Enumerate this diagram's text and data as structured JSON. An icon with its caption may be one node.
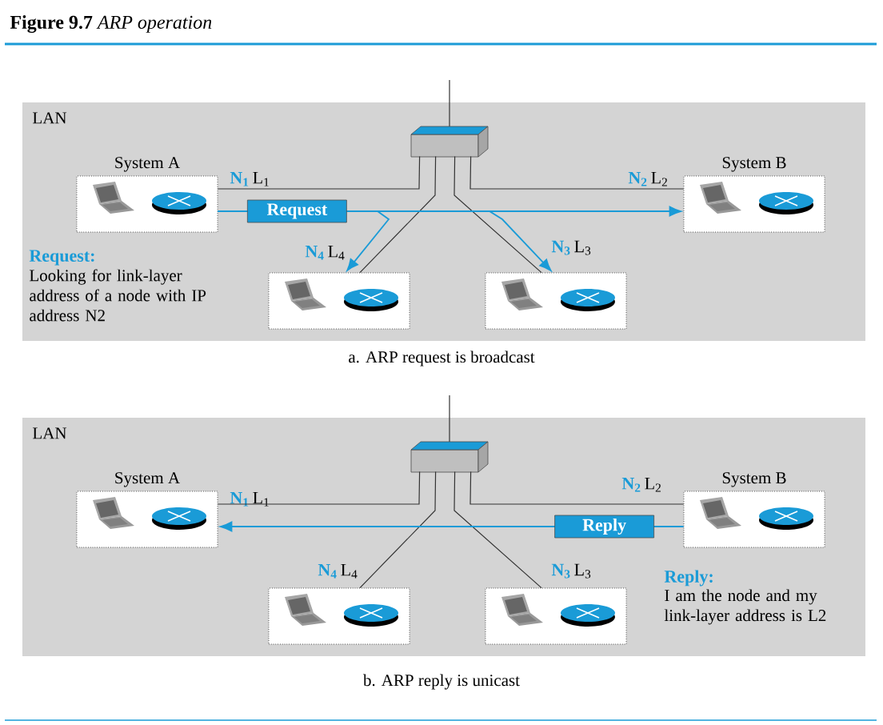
{
  "diagram": {
    "title": "**Figure 9.7** *ARP operation*",
    "nodes": [
      {
        "text": [
          "LAN"
        ]
      },
      {
        "text": [
          "System A"
        ],
        "beside": [
          "N$_{1}$",
          "L$_{1}$"
        ],
        "in": 0
      },
      {
        "text": [
          "System B"
        ],
        "beside": [
          "N$_{2}$",
          "L$_{2}$"
        ],
        "in": 0
      },
      {
        "text": [],
        "shape": "box",
        "beside": [
          "N$_{4}$",
          "L$_{4}$"
        ],
        "in": 0
      },
      {
        "text": [],
        "shape": "box",
        "beside": [
          "N$_{3}$",
          "L$_{3}$"
        ],
        "in": 0
      },
      {
        "text": [],
        "shape": "picture"
      },
      {
        "text": [
          "LAN"
        ]
      },
      {
        "text": [
          "System A"
        ],
        "beside": [
          "N$_{1}$",
          "L$_{1}$"
        ],
        "in": 6
      },
      {
        "text": [
          "System B"
        ],
        "beside": [
          "N$_{2}$",
          "L$_{2}$"
        ],
        "in": 6
      },
      {
        "text": [],
        "shape": "box",
        "beside": [
          "N$_{4}$",
          "L$_{4}$"
        ],
        "in": 6
      },
      {
        "text": [],
        "shape": "box",
        "beside": [
          "N$_{3}$",
          "L$_{3}$"
        ],
        "in": 6
      },
      {
        "text": [],
        "shape": "picture"
      }
    ],
    "edges": [
      {
        "from": 1,
        "to": 5,
        "arrow": "none"
      },
      {
        "from": 2,
        "to": 5,
        "arrow": "none"
      },
      {
        "from": 3,
        "to": 5,
        "arrow": "none"
      },
      {
        "from": 4,
        "to": 5,
        "arrow": "none"
      },
      {
        "from": 1,
        "to": 2,
        "arrow": "to",
        "label": "Request",
        "color": "#1a9bd7"
      },
      {
        "from": 1,
        "to": 3,
        "arrow": "to",
        "color": "#1a9bd7"
      },
      {
        "from": 1,
        "to": 4,
        "arrow": "to",
        "color": "#1a9bd7"
      },
      {
        "from": 7,
        "to": 11,
        "arrow": "none"
      },
      {
        "from": 8,
        "to": 11,
        "arrow": "none"
      },
      {
        "from": 9,
        "to": 11,
        "arrow": "none"
      },
      {
        "from": 10,
        "to": 11,
        "arrow": "none"
      },
      {
        "from": 8,
        "to": 7,
        "arrow": "to",
        "label": "Reply",
        "color": "#1a9bd7"
      }
    ],
    "labels": [
      "Request:",
      "Looking for link-layer address of a node with IP address N2",
      "a. ARP request is broadcast",
      "Reply:",
      "I am the node and my link-layer address is L2",
      "b. ARP reply is unicast"
    ]
  }
}
